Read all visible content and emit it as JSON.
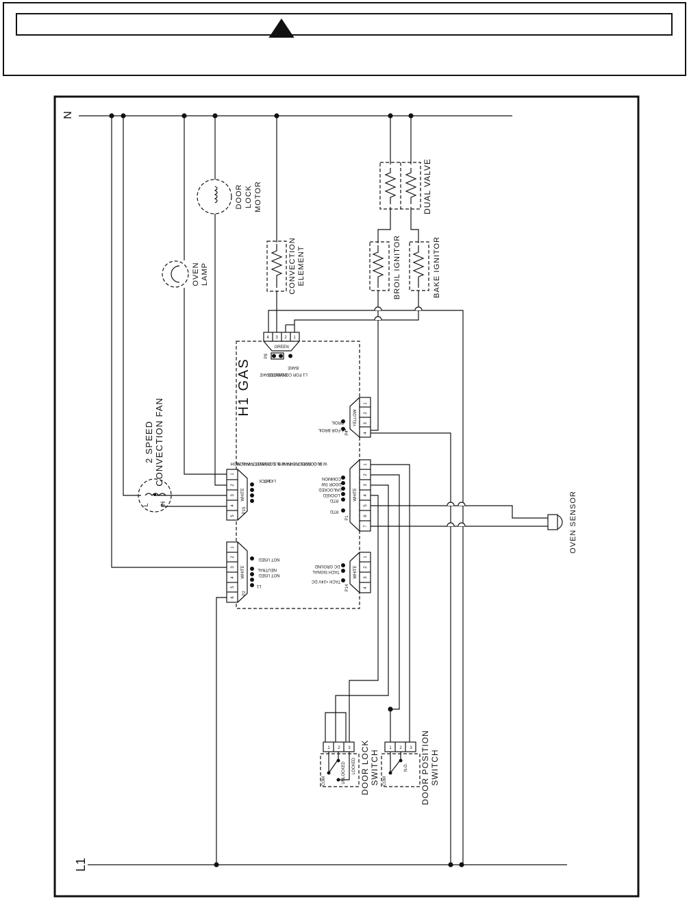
{
  "diagram": {
    "lines": {
      "neutral": "N",
      "line1": "L1"
    },
    "board_title": "H1 GAS",
    "components": {
      "door_lock_motor": "DOOR LOCK MOTOR",
      "oven_lamp": "OVEN LAMP",
      "convection_element": "CONVECTION ELEMENT",
      "broil_ignitor": "BROIL IGNITOR",
      "bake_ignitor": "BAKE IGNITOR",
      "dual_valve": "DUAL VALVE",
      "convection_fan": "2 SPEED CONVECTION FAN",
      "oven_sensor": "OVEN SENSOR",
      "door_lock_switch": "DOOR LOCK SWITCH",
      "door_position_switch": "DOOR POSITION SWITCH",
      "fan_L": "L",
      "fan_H": "H"
    },
    "connectors": {
      "p8": {
        "name": "P8",
        "color": "GREEN",
        "pins": [
          "4",
          "3",
          "2",
          "1"
        ],
        "labels": [
          "L1 FOR CONVECT/BAKE CONVECT",
          "BAKE"
        ]
      },
      "p4": {
        "name": "P4",
        "color": "YELLOW",
        "pins": [
          "4",
          "3",
          "2",
          "1"
        ],
        "labels": [
          "L1 FOR BROIL",
          "BROIL"
        ]
      },
      "p15": {
        "name": "P15",
        "color": "WHITE",
        "pins": [
          "5",
          "4",
          "3",
          "2",
          "1"
        ],
        "labels": [
          "LIGHT",
          "LOCK",
          "W.O. COOLING FAN/ W.S. CONVECT FAN HIGH",
          "W.O. CONVECT FAN/ W.S. CONVECT FAN LOW"
        ]
      },
      "p1": {
        "name": "P1",
        "color": "WHITE",
        "pins": [
          "7",
          "6",
          "5",
          "4",
          "3",
          "2",
          "1"
        ],
        "labels": [
          "RTD",
          "RTD",
          "LOCKED",
          "UNLOCKED",
          "DOOR SW",
          "COMMON"
        ]
      },
      "p2": {
        "name": "P2",
        "color": "WHITE",
        "pins": [
          "6",
          "5",
          "4",
          "3",
          "2",
          "1"
        ],
        "labels": [
          "L1",
          "NOT USED",
          "NEUTRAL",
          "NOT USED"
        ]
      },
      "p14": {
        "name": "P14",
        "color": "WHITE",
        "pins": [
          "4",
          "3",
          "2",
          "1"
        ],
        "labels": [
          "TACH +24V DC",
          "TACH SIGNAL",
          "DC GROUND"
        ]
      }
    },
    "switches": {
      "door_lock": {
        "pins": [
          "1",
          "2",
          "3"
        ],
        "labels": [
          "COM",
          "UNLOCKED",
          "LOCKED"
        ]
      },
      "door_position": {
        "pins": [
          "1",
          "2",
          "3"
        ],
        "labels": [
          "COM",
          "N.O."
        ]
      }
    }
  },
  "colors": {
    "ink": "#111111",
    "paper": "#ffffff"
  }
}
